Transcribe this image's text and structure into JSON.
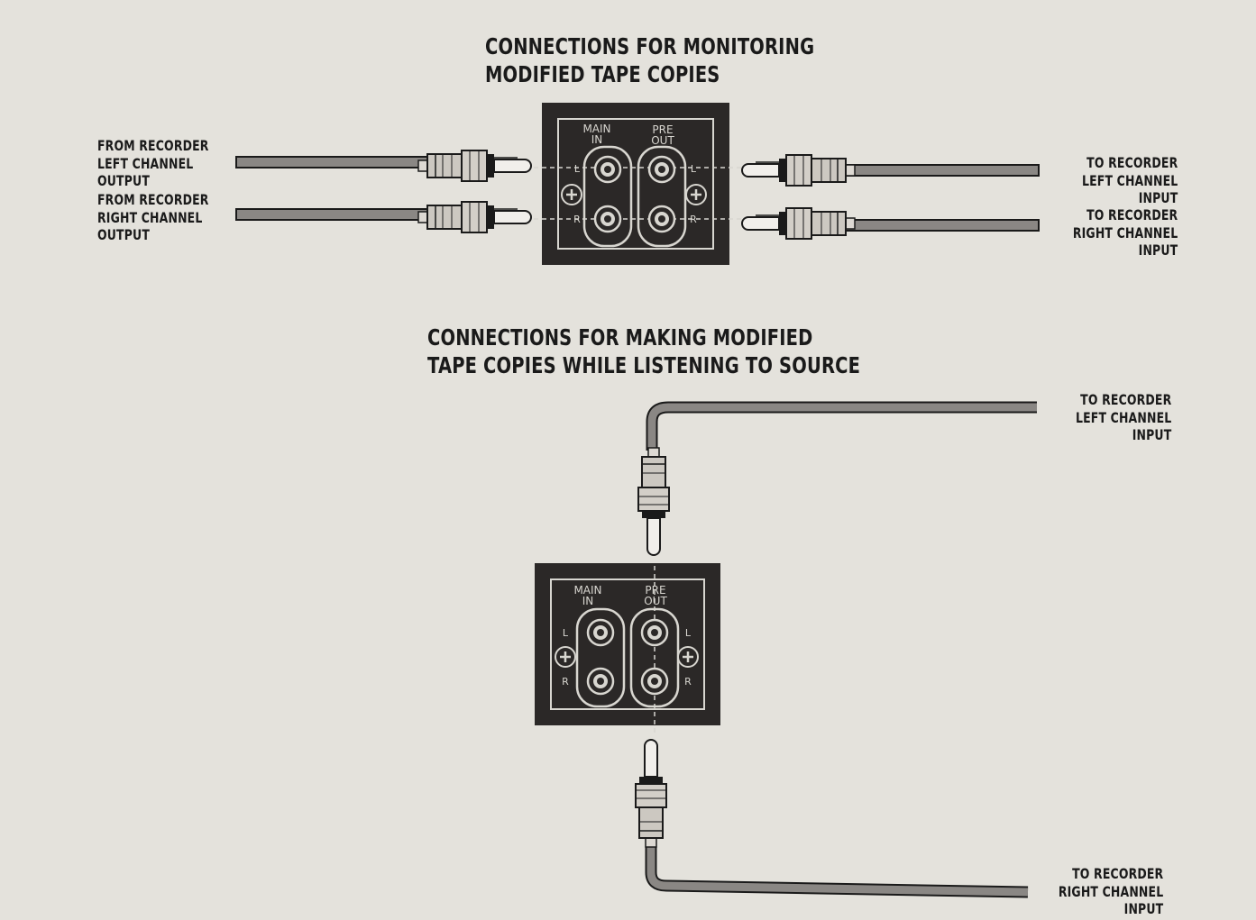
{
  "diagram_top": {
    "title_lines": [
      "CONNECTIONS FOR MONITORING",
      "MODIFIED TAPE COPIES"
    ],
    "left_labels": [
      [
        "FROM RECORDER",
        "LEFT CHANNEL",
        "OUTPUT"
      ],
      [
        "FROM RECORDER",
        "RIGHT CHANNEL",
        "OUTPUT"
      ]
    ],
    "right_labels": [
      [
        "TO RECORDER",
        "LEFT CHANNEL",
        "INPUT"
      ],
      [
        "TO RECORDER",
        "RIGHT CHANNEL",
        "INPUT"
      ]
    ],
    "panel": {
      "main_in": [
        "MAIN",
        "IN"
      ],
      "pre_out": [
        "PRE",
        "OUT"
      ],
      "left_channel": "L",
      "right_channel": "R"
    }
  },
  "diagram_bottom": {
    "title_lines": [
      "CONNECTIONS FOR MAKING MODIFIED",
      "TAPE COPIES WHILE LISTENING TO SOURCE"
    ],
    "right_labels": [
      [
        "TO RECORDER",
        "LEFT CHANNEL",
        "INPUT"
      ],
      [
        "TO RECORDER",
        "RIGHT CHANNEL",
        "INPUT"
      ]
    ],
    "panel": {
      "main_in": [
        "MAIN",
        "IN"
      ],
      "pre_out": [
        "PRE",
        "OUT"
      ],
      "left_channel": "L",
      "right_channel": "R"
    }
  },
  "colors": {
    "background": "#e4e2dc",
    "panel": "#2b2827",
    "cable": "#8a8784",
    "ink": "#1a1a1a"
  }
}
